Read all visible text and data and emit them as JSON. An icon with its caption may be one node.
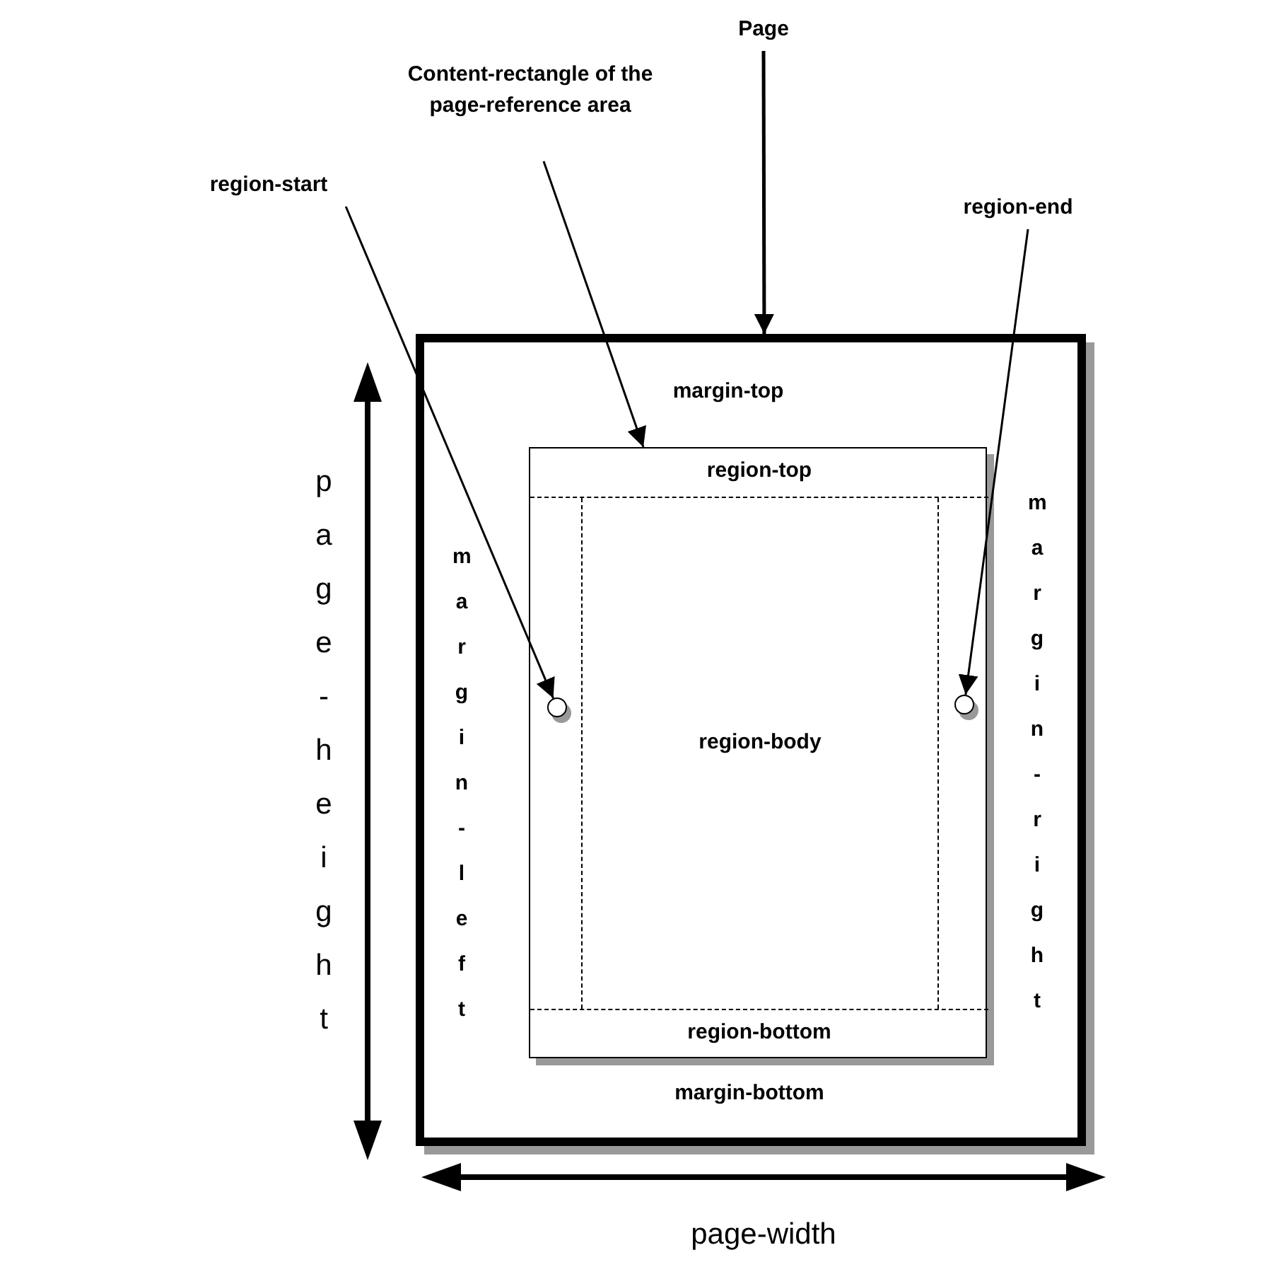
{
  "diagram": {
    "nodes": [
      {
        "text": [
          "Page"
        ]
      },
      {
        "text": [
          "Content-rectangle of the page-reference area"
        ]
      },
      {
        "text": [
          "region-start"
        ]
      },
      {
        "text": [
          "region-end"
        ]
      },
      {
        "text": [
          "margin-top",
          "margin-left",
          "margin-right",
          "margin-bottom"
        ]
      },
      {
        "text": [],
        "shape": "box",
        "in": 4
      },
      {
        "text": [
          "region-top"
        ],
        "in": 5
      },
      {
        "text": [
          "region-body"
        ],
        "in": 5
      },
      {
        "text": [
          "region-bottom"
        ],
        "in": 5
      },
      {
        "text": [],
        "shape": "circle",
        "in": 5
      },
      {
        "text": [],
        "shape": "circle",
        "in": 5
      }
    ],
    "edges": [
      {
        "from": 0,
        "to": 4,
        "arrow": "to"
      },
      {
        "from": 1,
        "to": 5,
        "arrow": "to"
      },
      {
        "from": 2,
        "to": 9,
        "arrow": "to"
      },
      {
        "from": 3,
        "to": 10,
        "arrow": "to"
      }
    ],
    "labels": [
      "page-height",
      "page-width"
    ]
  }
}
